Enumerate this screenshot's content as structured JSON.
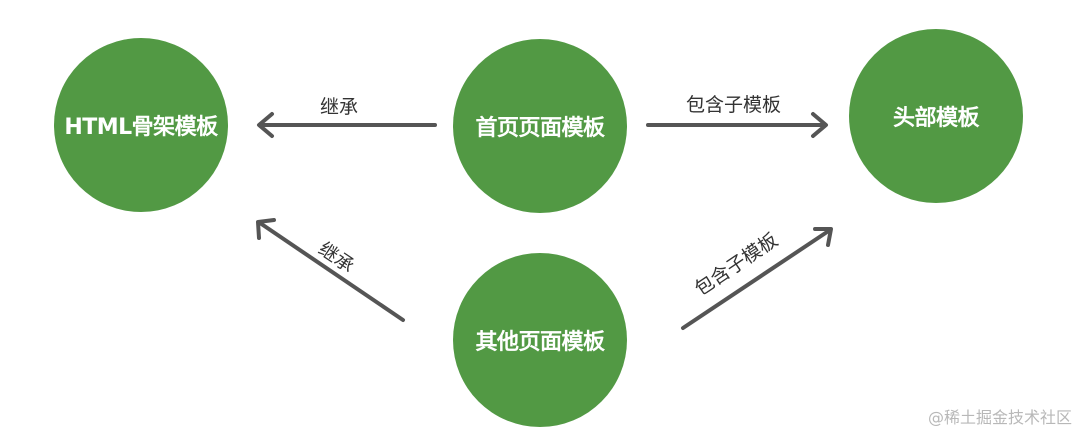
{
  "colors": {
    "node_fill": "#529944",
    "node_text": "#ffffff",
    "arrow": "#555555",
    "label": "#333333",
    "watermark": "#b8b8b8"
  },
  "nodes": {
    "html_skeleton": {
      "label": "HTML骨架模板"
    },
    "home_page": {
      "label": "首页页面模板"
    },
    "header": {
      "label": "头部模板"
    },
    "other_pages": {
      "label": "其他页面模板"
    }
  },
  "edges": {
    "home_to_html": {
      "label": "继承",
      "from": "首页页面模板",
      "to": "HTML骨架模板"
    },
    "home_to_header": {
      "label": "包含子模板",
      "from": "首页页面模板",
      "to": "头部模板"
    },
    "other_to_html": {
      "label": "继承",
      "from": "其他页面模板",
      "to": "HTML骨架模板"
    },
    "other_to_header": {
      "label": "包含子模板",
      "from": "其他页面模板",
      "to": "头部模板"
    }
  },
  "watermark": "@稀土掘金技术社区"
}
